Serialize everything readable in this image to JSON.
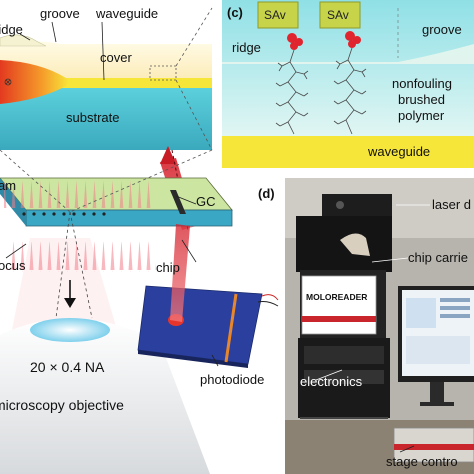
{
  "panel_a": {
    "labels": {
      "ridge": "ridge",
      "groove": "groove",
      "waveguide": "waveguide",
      "cover": "cover",
      "substrate": "substrate"
    }
  },
  "panel_b": {
    "labels": {
      "beam": "am",
      "gc": "GC",
      "chip": "chip",
      "focus": "ocus",
      "objective_na": "20 × 0.4 NA",
      "objective": "microscopy objective",
      "photodiode": "photodiode"
    }
  },
  "panel_c": {
    "panel_label": "(c)",
    "labels": {
      "sav_1": "SAv",
      "sav_2": "SAv",
      "ridge": "ridge",
      "groove": "groove",
      "polymer_1": "nonfouling",
      "polymer_2": "brushed",
      "polymer_3": "polymer",
      "waveguide": "waveguide"
    }
  },
  "panel_d": {
    "panel_label": "(d)",
    "labels": {
      "laser": "laser d",
      "chip_carrier": "chip carrie",
      "brand": "MOLOREADER",
      "electronics": "electronics",
      "stage_control": "stage contro"
    }
  },
  "colors": {
    "cover": "#fdf6d6",
    "waveguide_band": "#f7e63a",
    "substrate": "#4ec9d6",
    "beam_red": "#e8352b",
    "chip_green": "#cce6a2",
    "photodiode_blue": "#2a3f9e"
  }
}
